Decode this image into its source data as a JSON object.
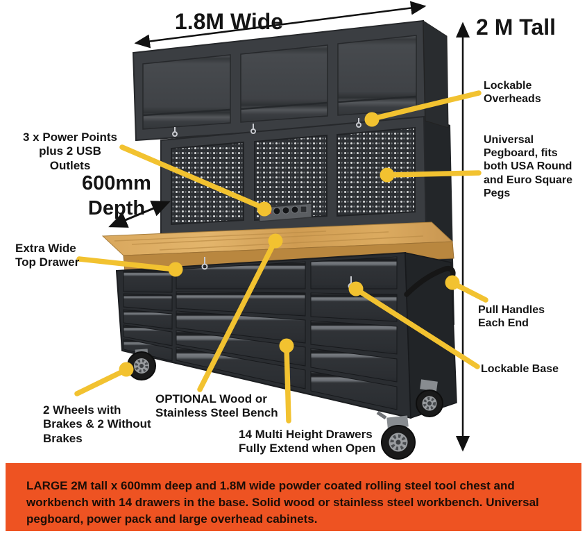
{
  "dimensions": {
    "width": "1.8M Wide",
    "height": "2 M Tall",
    "depth": "600mm\nDepth"
  },
  "callouts": {
    "power_points": "3 x Power Points\nplus 2 USB Outlets",
    "extra_wide_top_drawer": "Extra Wide\nTop Drawer",
    "wheels": "2 Wheels with\nBrakes & 2 Without\nBrakes",
    "optional_bench": "OPTIONAL Wood or\nStainless Steel Bench",
    "multi_height_drawers": "14 Multi Height Drawers\nFully Extend when Open",
    "lockable_overheads": "Lockable\nOverheads",
    "universal_pegboard": "Universal\nPegboard, fits\nboth USA Round\nand Euro Square\nPegs",
    "pull_handles": "Pull Handles\nEach End",
    "lockable_base": "Lockable Base"
  },
  "banner": {
    "text": "LARGE 2M tall x 600mm deep and 1.8M wide powder coated rolling steel tool chest and workbench with 14 drawers in the base. Solid wood or stainless steel workbench. Universal pegboard, power pack and large overhead cabinets."
  },
  "colors": {
    "callout_yellow": "#F2C230",
    "banner_orange": "#EE5322",
    "banner_text": "#1C0E07",
    "cabinet_dark": "#35383C",
    "wood": "#D8A75C"
  }
}
